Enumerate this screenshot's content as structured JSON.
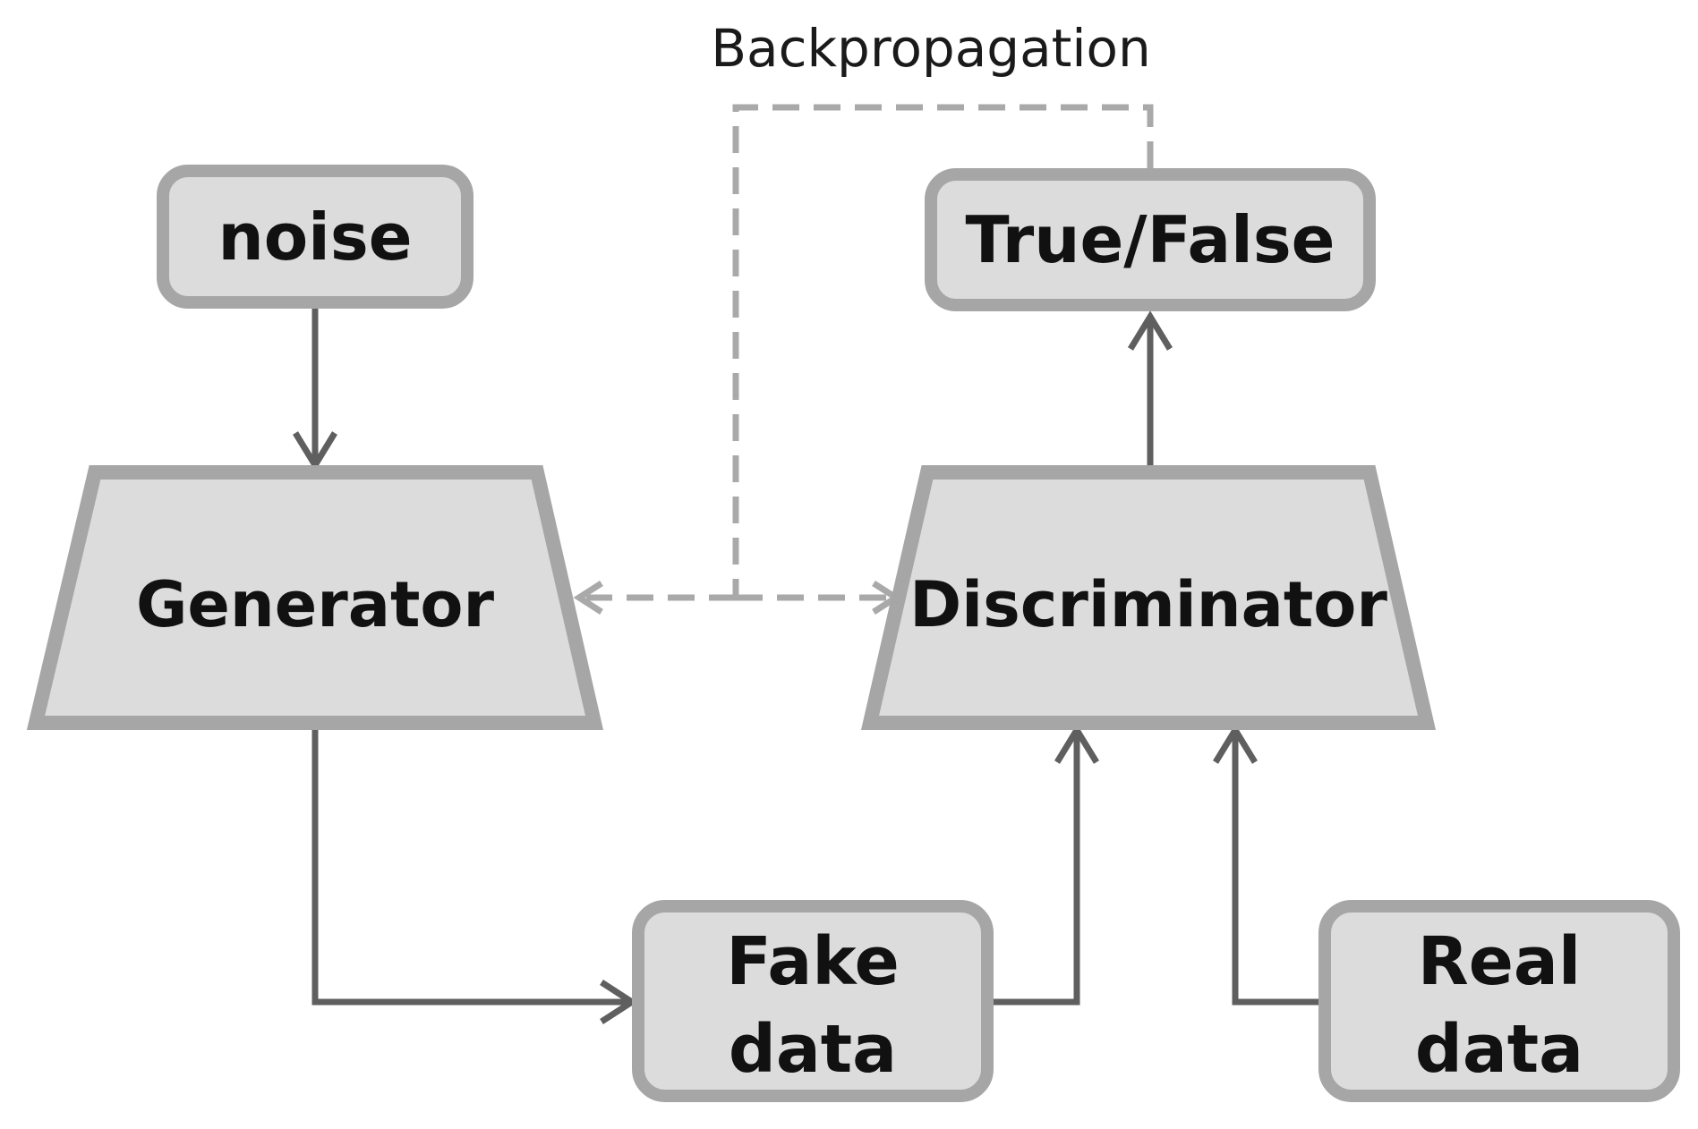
{
  "diagram": {
    "backprop_label": "Backpropagation",
    "nodes": {
      "noise": "noise",
      "generator": "Generator",
      "discriminator": "Discriminator",
      "true_false": "True/False",
      "fake_data": [
        "Fake",
        "data"
      ],
      "real_data": [
        "Real",
        "data"
      ]
    },
    "colors": {
      "fill": "#dcdcdc",
      "border": "#a6a6a6",
      "solid_arrow": "#5f5f5f",
      "dashed_arrow": "#a9a9a9",
      "text": "#111111"
    }
  }
}
